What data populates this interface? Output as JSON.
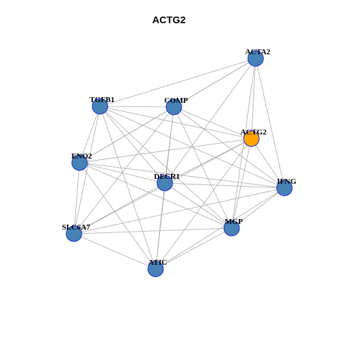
{
  "title": "ACTG2",
  "colors": {
    "node_default": "#4682b4",
    "node_highlight": "#ffa500",
    "node_border": "#1a2bd0",
    "edge": "#a9a9a9"
  },
  "nodes": [
    {
      "id": "ACTA2",
      "label": "ACTA2",
      "highlight": false
    },
    {
      "id": "TGFB1",
      "label": "TGFB1",
      "highlight": false
    },
    {
      "id": "COMP",
      "label": "COMP",
      "highlight": false
    },
    {
      "id": "ACTG2",
      "label": "ACTG2",
      "highlight": true
    },
    {
      "id": "ENO2",
      "label": "ENO2",
      "highlight": false
    },
    {
      "id": "DECR1",
      "label": "DECR1",
      "highlight": false
    },
    {
      "id": "IFNG",
      "label": "IFNG",
      "highlight": false
    },
    {
      "id": "SLC6A7",
      "label": "SLC6A7",
      "highlight": false
    },
    {
      "id": "MGP",
      "label": "MGP",
      "highlight": false
    },
    {
      "id": "ATIC",
      "label": "ATIC",
      "highlight": false
    }
  ],
  "edges": [
    [
      "ACTA2",
      "TGFB1"
    ],
    [
      "ACTA2",
      "COMP"
    ],
    [
      "ACTA2",
      "ACTG2"
    ],
    [
      "ACTA2",
      "ENO2"
    ],
    [
      "ACTA2",
      "DECR1"
    ],
    [
      "ACTA2",
      "IFNG"
    ],
    [
      "ACTA2",
      "MGP"
    ],
    [
      "TGFB1",
      "COMP"
    ],
    [
      "TGFB1",
      "ACTG2"
    ],
    [
      "TGFB1",
      "ENO2"
    ],
    [
      "TGFB1",
      "DECR1"
    ],
    [
      "TGFB1",
      "IFNG"
    ],
    [
      "TGFB1",
      "SLC6A7"
    ],
    [
      "TGFB1",
      "MGP"
    ],
    [
      "TGFB1",
      "ATIC"
    ],
    [
      "COMP",
      "ACTG2"
    ],
    [
      "COMP",
      "ENO2"
    ],
    [
      "COMP",
      "DECR1"
    ],
    [
      "COMP",
      "IFNG"
    ],
    [
      "COMP",
      "SLC6A7"
    ],
    [
      "COMP",
      "MGP"
    ],
    [
      "COMP",
      "ATIC"
    ],
    [
      "ACTG2",
      "ENO2"
    ],
    [
      "ACTG2",
      "DECR1"
    ],
    [
      "ACTG2",
      "IFNG"
    ],
    [
      "ACTG2",
      "SLC6A7"
    ],
    [
      "ACTG2",
      "MGP"
    ],
    [
      "ACTG2",
      "ATIC"
    ],
    [
      "ENO2",
      "DECR1"
    ],
    [
      "ENO2",
      "IFNG"
    ],
    [
      "ENO2",
      "SLC6A7"
    ],
    [
      "ENO2",
      "MGP"
    ],
    [
      "ENO2",
      "ATIC"
    ],
    [
      "DECR1",
      "IFNG"
    ],
    [
      "DECR1",
      "SLC6A7"
    ],
    [
      "DECR1",
      "MGP"
    ],
    [
      "DECR1",
      "ATIC"
    ],
    [
      "IFNG",
      "SLC6A7"
    ],
    [
      "IFNG",
      "MGP"
    ],
    [
      "IFNG",
      "ATIC"
    ],
    [
      "SLC6A7",
      "MGP"
    ],
    [
      "SLC6A7",
      "ATIC"
    ],
    [
      "MGP",
      "ATIC"
    ]
  ]
}
